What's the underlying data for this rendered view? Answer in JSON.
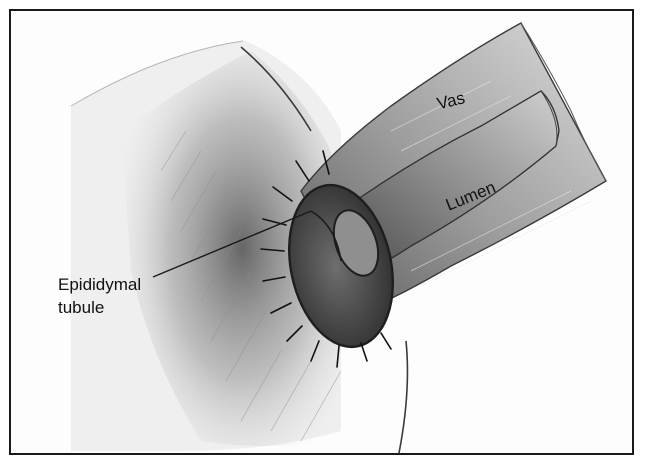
{
  "figure": {
    "labels": {
      "vas": "Vas",
      "lumen": "Lumen",
      "epididymal_line1": "Epididymal",
      "epididymal_line2": "tubule"
    },
    "colors": {
      "border": "#1a1a1a",
      "pencil_dark": "#2b2b2b",
      "pencil_mid": "#7a7a7a",
      "pencil_light": "#c9c9c9",
      "paper": "#fdfdfd"
    }
  }
}
